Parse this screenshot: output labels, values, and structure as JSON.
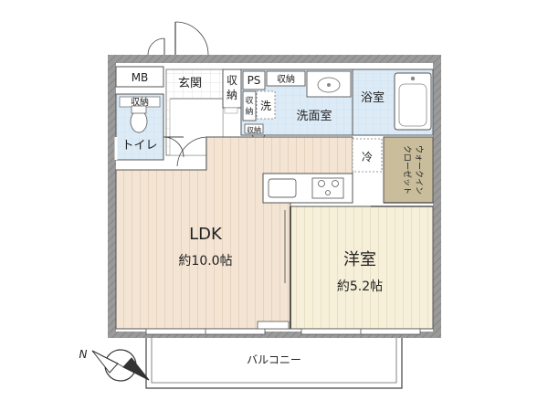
{
  "labels": {
    "mb": "MB",
    "genkan": "玄関",
    "shuno_entry_1": "収",
    "shuno_entry_2": "納",
    "ps": "PS",
    "shuno_top": "収納",
    "senmenshitsu": "洗面室",
    "yokushitsu": "浴室",
    "shuno_toilet": "収納",
    "toilet": "トイレ",
    "shuno_small_1": "収",
    "shuno_small_2": "納",
    "sentaku": "洗",
    "shuno_under": "収納",
    "rei": "冷",
    "wic_1": "ウォークイン",
    "wic_2": "クローゼット",
    "ldk": "LDK",
    "ldk_size": "約10.0帖",
    "yoshitsu": "洋室",
    "yoshitsu_size": "約5.2帖",
    "balcony": "バルコニー",
    "compass_n": "N"
  },
  "colors": {
    "wall": "#8a8a8a",
    "ldk_floor": "#f3e4d3",
    "yoshitsu_floor": "#f6f0da",
    "wet_area": "#dcebf6",
    "wic": "#c9bd9c",
    "entry": "#ffffff"
  }
}
